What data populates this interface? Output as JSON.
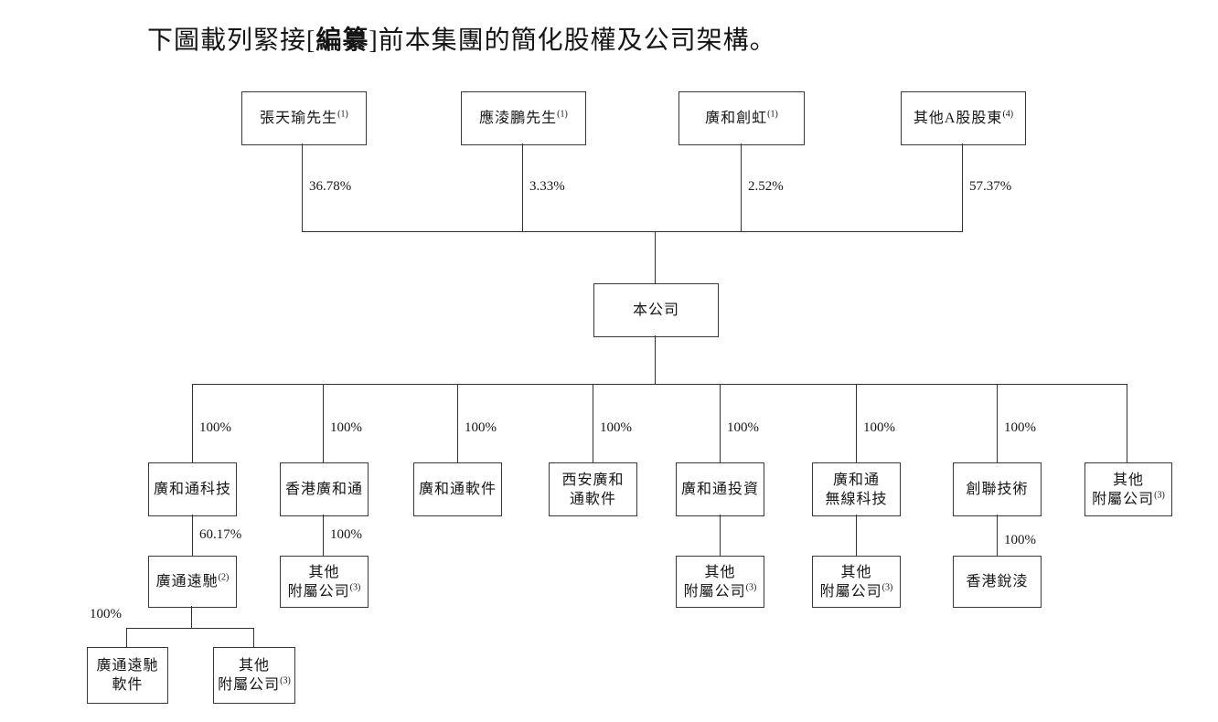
{
  "title": {
    "part1": "下圖載列緊接[",
    "redacted": "編纂",
    "part2": "]前本集團的簡化股權及公司架構。"
  },
  "nodes": {
    "zhang_tianyu": {
      "label": "張天瑜先生",
      "sup": "(1)"
    },
    "ying_lingpeng": {
      "label": "應淩鵬先生",
      "sup": "(1)"
    },
    "guanghe_chuanghong": {
      "label": "廣和創虹",
      "sup": "(1)"
    },
    "other_a_shareholders": {
      "label": "其他A股股東",
      "sup": "(4)"
    },
    "company": {
      "label": "本公司"
    },
    "fibocom_tech": {
      "label": "廣和通科技"
    },
    "hk_fibocom": {
      "label": "香港廣和通"
    },
    "fibocom_software": {
      "label": "廣和通軟件"
    },
    "xian_fibocom_software": {
      "label": "西安廣和\n通軟件"
    },
    "fibocom_investment": {
      "label": "廣和通投資"
    },
    "fibocom_wireless_tech": {
      "label": "廣和通\n無線科技"
    },
    "chuanglian_tech": {
      "label": "創聯技術"
    },
    "other_subsidiaries_top": {
      "label": "其他\n附屬公司",
      "sup": "(3)"
    },
    "guangtong_yuanchi": {
      "label": "廣通遠馳",
      "sup": "(2)"
    },
    "other_subsidiaries_hk": {
      "label": "其他\n附屬公司",
      "sup": "(3)"
    },
    "other_subsidiaries_investment": {
      "label": "其他\n附屬公司",
      "sup": "(3)"
    },
    "other_subsidiaries_wireless": {
      "label": "其他\n附屬公司",
      "sup": "(3)"
    },
    "hk_ruiling": {
      "label": "香港銳淩"
    },
    "guangtong_yuanchi_software": {
      "label": "廣通遠馳\n軟件"
    },
    "other_subsidiaries_guangtong": {
      "label": "其他\n附屬公司",
      "sup": "(3)"
    }
  },
  "percentages": {
    "zhang_tianyu": "36.78%",
    "ying_lingpeng": "3.33%",
    "guanghe_chuanghong": "2.52%",
    "other_a_shareholders": "57.37%",
    "fibocom_tech": "100%",
    "hk_fibocom": "100%",
    "fibocom_software": "100%",
    "xian_fibocom_software": "100%",
    "fibocom_investment": "100%",
    "fibocom_wireless_tech": "100%",
    "chuanglian_tech": "100%",
    "guangtong_yuanchi": "60.17%",
    "hk_fibocom_subsidiaries": "100%",
    "guangtong_yuanchi_children": "100%",
    "hk_ruiling": "100%"
  }
}
